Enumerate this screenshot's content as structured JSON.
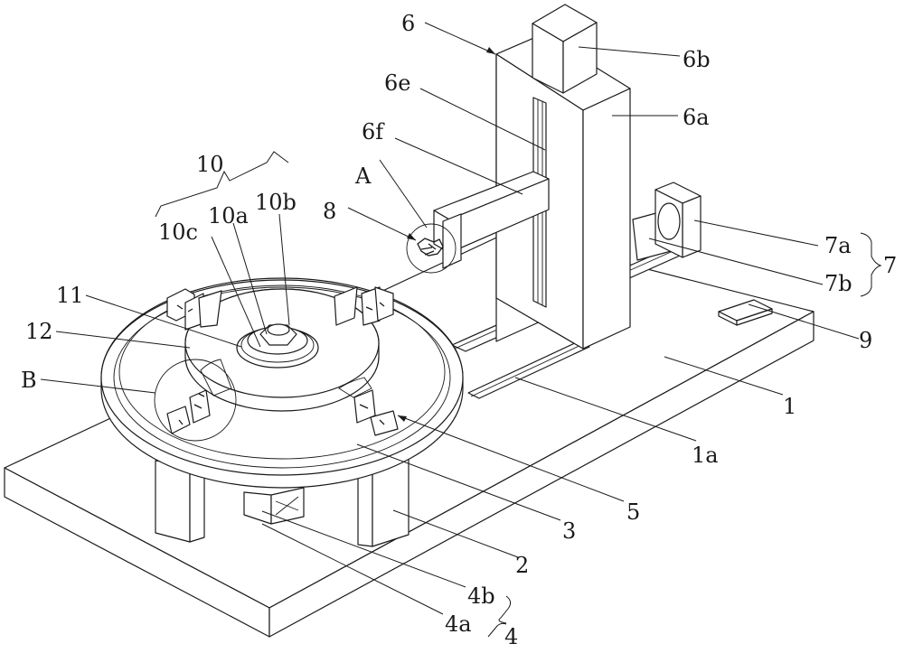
{
  "figure": {
    "type": "patent-isometric-drawing",
    "subject": "rotary fixture machine with vertical lifting column and horizontal arm",
    "line_color": "#1a1a1a",
    "background_color": "#ffffff"
  },
  "labels": {
    "l6": "6",
    "l6a": "6a",
    "l6b": "6b",
    "l6e": "6e",
    "l6f": "6f",
    "lA": "A",
    "l8": "8",
    "l10": "10",
    "l10a": "10a",
    "l10b": "10b",
    "l10c": "10c",
    "l11": "11",
    "l12": "12",
    "lB": "B",
    "l7": "7",
    "l7a": "7a",
    "l7b": "7b",
    "l9": "9",
    "l1": "1",
    "l1a": "1a",
    "l5": "5",
    "l3": "3",
    "l2": "2",
    "l4": "4",
    "l4a": "4a",
    "l4b": "4b"
  },
  "parts": [
    {
      "ref": "1",
      "name": "base plate"
    },
    {
      "ref": "1a",
      "name": "guide rail slot"
    },
    {
      "ref": "2",
      "name": "support leg"
    },
    {
      "ref": "3",
      "name": "rotary table"
    },
    {
      "ref": "4",
      "name": "drive assembly",
      "children": [
        "4a",
        "4b"
      ]
    },
    {
      "ref": "5",
      "name": "clamp unit"
    },
    {
      "ref": "6",
      "name": "lifting column assembly",
      "children": [
        "6a",
        "6b",
        "6e",
        "6f"
      ]
    },
    {
      "ref": "7",
      "name": "horizontal drive",
      "children": [
        "7a",
        "7b"
      ]
    },
    {
      "ref": "8",
      "name": "end tool"
    },
    {
      "ref": "9",
      "name": "control block"
    },
    {
      "ref": "10",
      "name": "center hub assembly",
      "children": [
        "10a",
        "10b",
        "10c"
      ]
    },
    {
      "ref": "11",
      "name": "inner ring"
    },
    {
      "ref": "12",
      "name": "inner disc"
    },
    {
      "ref": "A",
      "name": "detail view A"
    },
    {
      "ref": "B",
      "name": "detail view B"
    }
  ]
}
